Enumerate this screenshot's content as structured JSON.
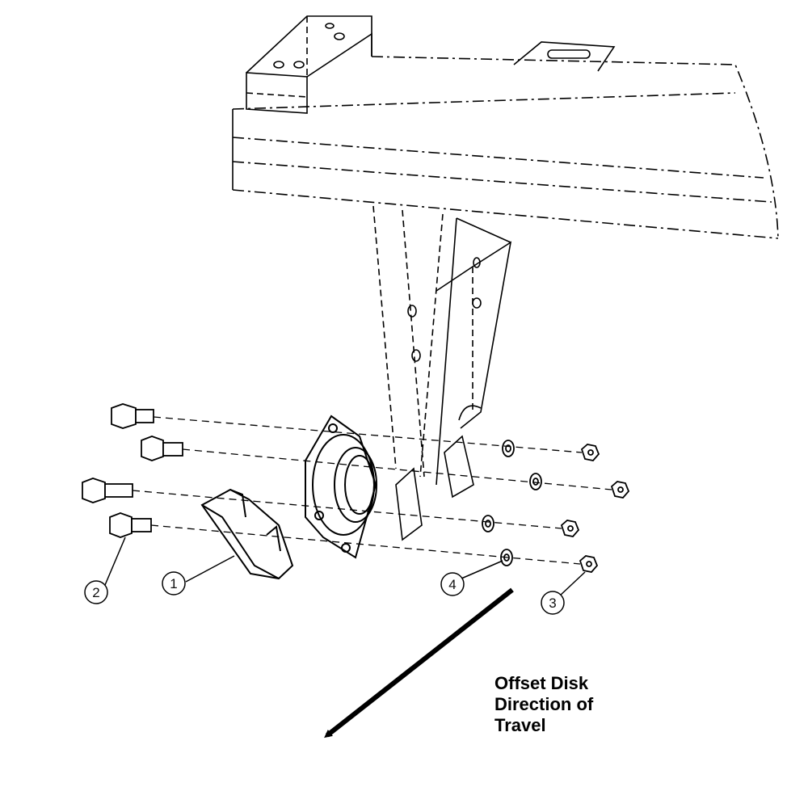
{
  "callouts": [
    {
      "id": "1",
      "part": "shield"
    },
    {
      "id": "2",
      "part": "bolt"
    },
    {
      "id": "3",
      "part": "nut"
    },
    {
      "id": "4",
      "part": "washer"
    }
  ],
  "caption": {
    "line1": "Offset Disk",
    "line2": "Direction of",
    "line3": "Travel"
  }
}
